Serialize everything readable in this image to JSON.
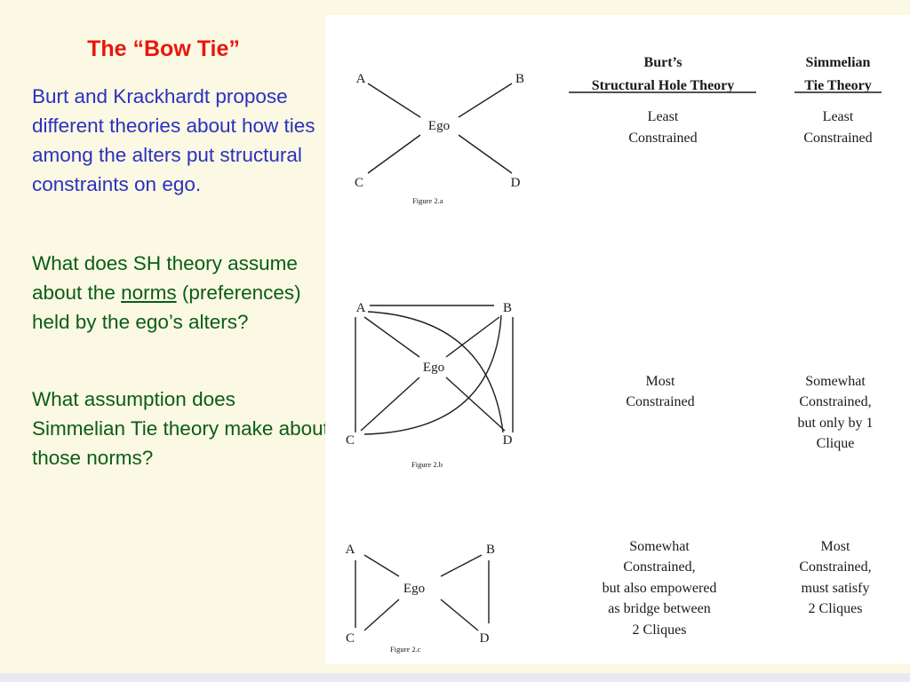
{
  "slide": {
    "title": "The “Bow Tie”",
    "para1": "Burt and Krackhardt propose different theories about how ties among the alters put structural constraints on ego.",
    "para2_before": "What does SH theory assume about the ",
    "para2_norms": "norms",
    "para2_after": " (preferences) held by the ego’s alters?",
    "para3": "What assumption does Simmelian Tie theory make about those norms?"
  },
  "table": {
    "col1_header": [
      "Burt’s",
      "Structural Hole Theory"
    ],
    "col2_header": [
      "Simmelian",
      "Tie Theory"
    ],
    "rows": [
      {
        "figure_caption": "Figure 2.a",
        "burt": [
          "Least",
          "Constrained"
        ],
        "simmelian": [
          "Least",
          "Constrained"
        ]
      },
      {
        "figure_caption": "Figure 2.b",
        "burt": [
          "Most",
          "Constrained"
        ],
        "simmelian": [
          "Somewhat",
          "Constrained,",
          "but only by 1",
          "Clique"
        ]
      },
      {
        "figure_caption": "Figure 2.c",
        "burt": [
          "Somewhat",
          "Constrained,",
          "but also empowered",
          "as bridge between",
          "2 Cliques"
        ],
        "simmelian": [
          "Most",
          "Constrained,",
          "must satisfy",
          "2 Cliques"
        ]
      }
    ]
  },
  "nodes": {
    "ego": "Ego",
    "a": "A",
    "b": "B",
    "c": "C",
    "d": "D"
  }
}
